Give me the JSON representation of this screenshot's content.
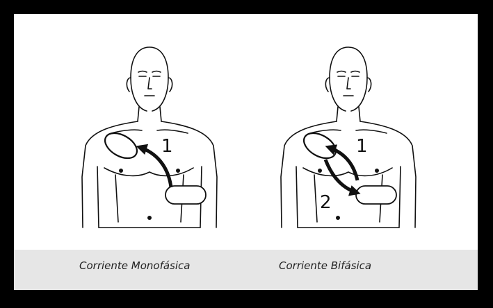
{
  "colors": {
    "border": "#000000",
    "panel": "#ffffff",
    "caption_band": "#e6e6e6",
    "stroke": "#111111"
  },
  "left_figure": {
    "caption": "Corriente Monofásica",
    "labels": [
      "1"
    ]
  },
  "right_figure": {
    "caption": "Corriente Bifásica",
    "labels": [
      "1",
      "2"
    ]
  }
}
